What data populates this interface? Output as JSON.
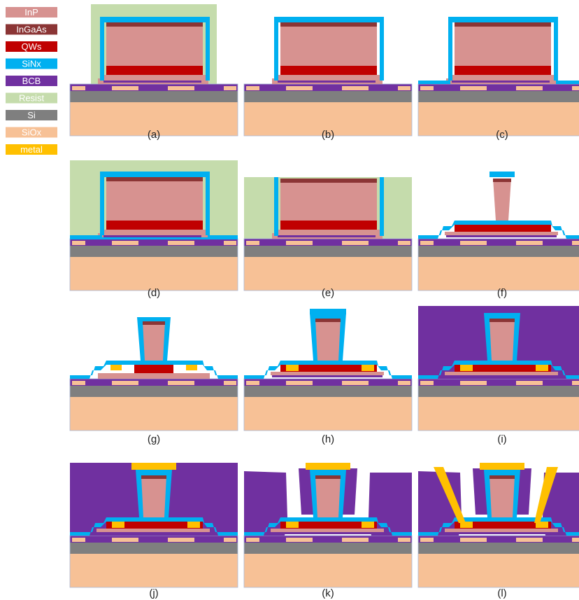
{
  "figure": {
    "legend": [
      {
        "label": "InP",
        "material": "InP"
      },
      {
        "label": "InGaAs",
        "material": "InGaAs"
      },
      {
        "label": "QWs",
        "material": "QWs"
      },
      {
        "label": "SiNx",
        "material": "SiNx"
      },
      {
        "label": "BCB",
        "material": "BCB"
      },
      {
        "label": "Resist",
        "material": "Resist"
      },
      {
        "label": "Si",
        "material": "Si"
      },
      {
        "label": "SiOx",
        "material": "SiOx"
      },
      {
        "label": "metal",
        "material": "metal"
      }
    ],
    "colors": {
      "InP": "#d79290",
      "InGaAs": "#8b3535",
      "QWs": "#c00000",
      "SiNx": "#00b0f0",
      "BCB": "#7030a0",
      "Resist": "#c5dcac",
      "Si": "#7f7f7f",
      "SiOx": "#f7c196",
      "metal": "#ffc000"
    },
    "panels": [
      {
        "id": "a",
        "caption": "(a)"
      },
      {
        "id": "b",
        "caption": "(b)"
      },
      {
        "id": "c",
        "caption": "(c)"
      },
      {
        "id": "d",
        "caption": "(d)"
      },
      {
        "id": "e",
        "caption": "(e)"
      },
      {
        "id": "f",
        "caption": "(f)"
      },
      {
        "id": "g",
        "caption": "(g)"
      },
      {
        "id": "h",
        "caption": "(h)"
      },
      {
        "id": "i",
        "caption": "(i)"
      },
      {
        "id": "j",
        "caption": "(j)"
      },
      {
        "id": "k",
        "caption": "(k)"
      },
      {
        "id": "l",
        "caption": "(l)"
      }
    ]
  }
}
